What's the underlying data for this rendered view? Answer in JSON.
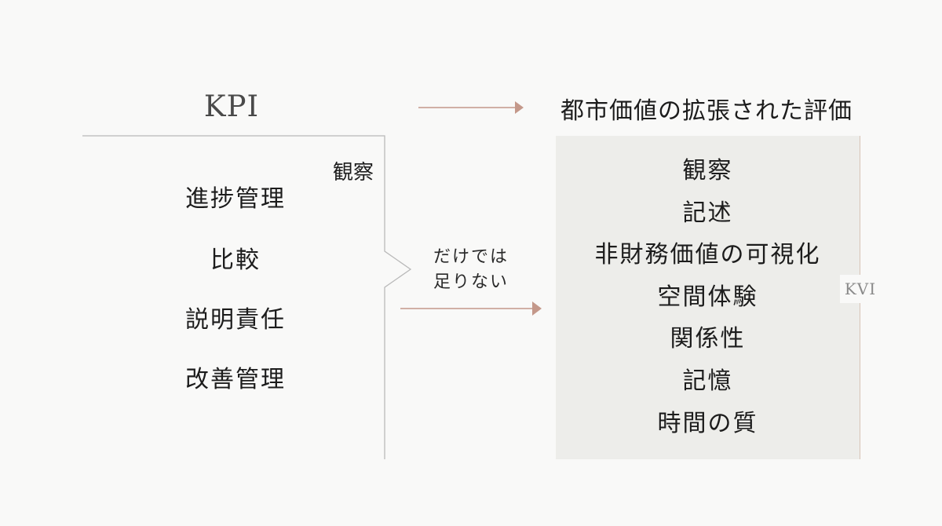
{
  "kpi": {
    "title": "KPI",
    "items": [
      "進捗管理",
      "比較",
      "説明責任",
      "改善管理"
    ],
    "cutoff_label": "観察"
  },
  "kvi": {
    "title": "都市価値の拡張された評価",
    "items": [
      "観察",
      "記述",
      "非財務価値の可視化",
      "空間体験",
      "関係性",
      "記憶",
      "時間の質"
    ],
    "tag": "KVI"
  },
  "connector": {
    "note_line1": "だけでは",
    "note_line2": "足りない"
  },
  "colors": {
    "background": "#f9f9f8",
    "panel": "#ededea",
    "arrow": "#c4988a",
    "line": "#b9b9b9"
  }
}
